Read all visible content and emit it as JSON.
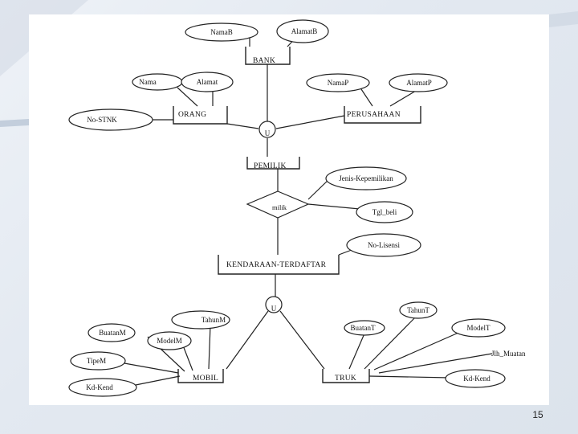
{
  "slide": {
    "page_number": "15"
  },
  "diagram": {
    "entities": {
      "bank": "BANK",
      "orang": "ORANG",
      "perusahaan": "PERUSAHAAN",
      "pemilik": "PEMILIK",
      "kendaraan": "KENDARAAN-TERDAFTAR",
      "mobil": "MOBIL",
      "truk": "TRUK"
    },
    "attributes": {
      "nama_b": "NamaB",
      "alamat_b": "AlamatB",
      "nama": "Nama",
      "alamat": "Alamat",
      "nama_p": "NamaP",
      "alamat_p": "AlamatP",
      "no_stnk": "No-STNK",
      "jenis_kepemilikan": "Jenis-Kepemilikan",
      "tgl_beli": "Tgl_beli",
      "no_lisensi": "No-Lisensi",
      "buatan_m": "BuatanM",
      "model_m": "ModelM",
      "tahun_m": "TahunM",
      "tipe_m": "TipeM",
      "kd_kend_m": "Kd-Kend",
      "buatan_t": "BuatanT",
      "tahun_t": "TahunT",
      "model_t": "ModelT",
      "jlh_muatan": "Jlh_Muatan",
      "kd_kend_t": "Kd-Kend"
    },
    "relationships": {
      "milik": "milik"
    },
    "union_symbols": {
      "upper": "U",
      "lower": "U"
    }
  }
}
